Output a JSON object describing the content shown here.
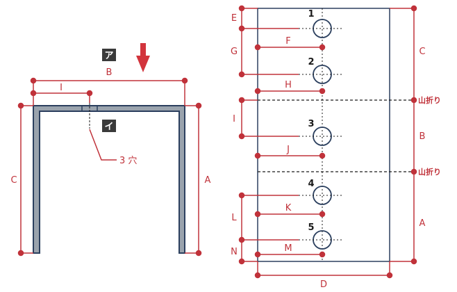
{
  "colors": {
    "dimension": "#c0323a",
    "outline": "#2b3f5e",
    "profile_fill": "#9aa3ad",
    "label_box": "#3a3a3a"
  },
  "left_view": {
    "arrow_box_label": "ア",
    "side_box_label": "イ",
    "hole_callout": "3 穴",
    "dims": {
      "B": "B",
      "I": "I",
      "C": "C",
      "A": "A"
    }
  },
  "right_view": {
    "left_dims": {
      "E": "E",
      "G": "G",
      "I": "I",
      "L": "L",
      "N": "N"
    },
    "inner_dims": {
      "F": "F",
      "H": "H",
      "J": "J",
      "K": "K",
      "M": "M"
    },
    "right_dims": {
      "C": "C",
      "B": "B",
      "A": "A"
    },
    "bottom_dim": "D",
    "fold_label_1": "山折り",
    "fold_label_2": "山折り",
    "holes": [
      "1",
      "2",
      "3",
      "4",
      "5"
    ]
  }
}
